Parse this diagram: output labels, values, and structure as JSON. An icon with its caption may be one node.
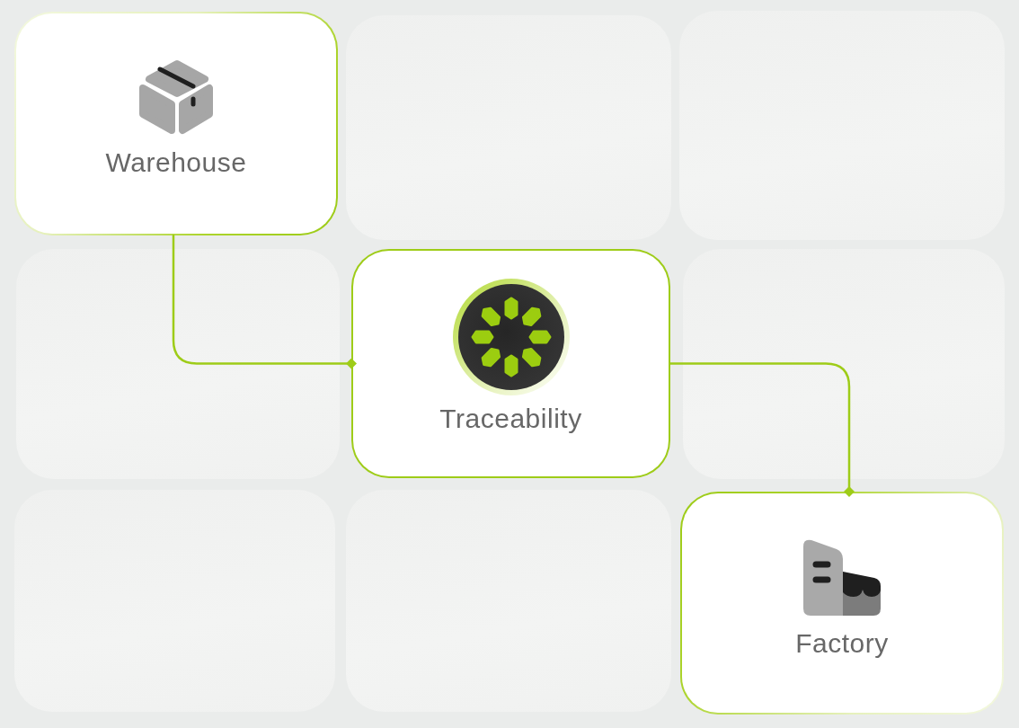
{
  "diagram": {
    "nodes": [
      {
        "text": [
          "Warehouse"
        ]
      },
      {
        "text": [
          "Traceability"
        ]
      },
      {
        "text": [
          "Factory"
        ]
      }
    ],
    "edges": [
      {
        "from": 0,
        "to": 1,
        "arrow": "other"
      },
      {
        "from": 1,
        "to": 2,
        "arrow": "other"
      }
    ]
  }
}
